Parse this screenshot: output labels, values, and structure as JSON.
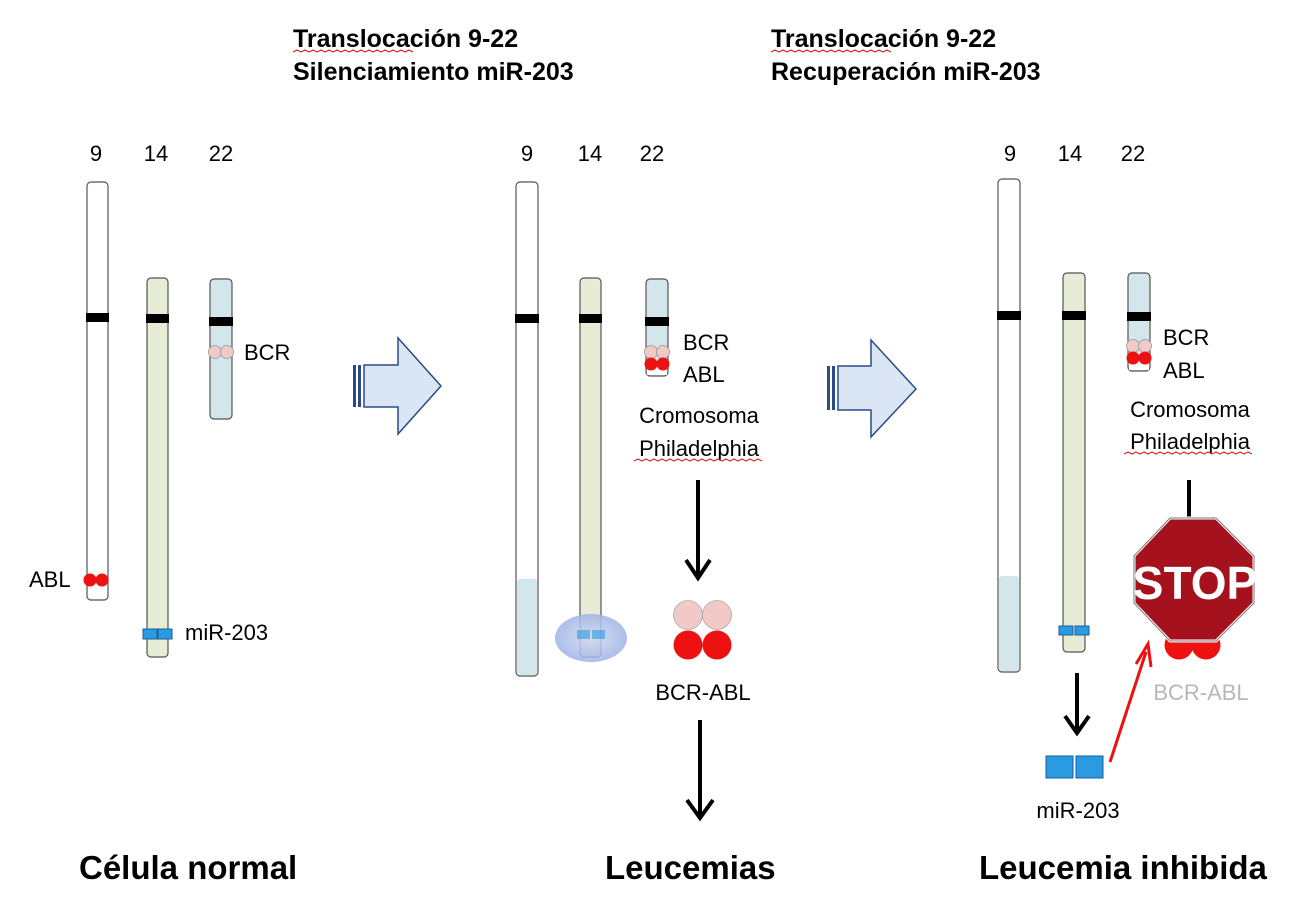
{
  "headers": {
    "middle": {
      "line1": "Translocación 9-22",
      "line2": "Silenciamiento miR-203"
    },
    "right": {
      "line1": "Translocación 9-22",
      "line2": "Recuperación miR-203"
    }
  },
  "chromosome_numbers": [
    "9",
    "14",
    "22"
  ],
  "panels": {
    "left": {
      "caption": "Célula normal",
      "abl_label": "ABL",
      "bcr_label": "BCR",
      "mir_label": "miR-203"
    },
    "middle": {
      "caption": "Leucemias",
      "bcr_label": "BCR",
      "abl_label": "ABL",
      "philadelphia_line1": "Cromosoma",
      "philadelphia_line2": "Philadelphia",
      "fusion_label": "BCR-ABL"
    },
    "right": {
      "caption": "Leucemia inhibida",
      "bcr_label": "BCR",
      "abl_label": "ABL",
      "philadelphia_line1": "Cromosoma",
      "philadelphia_line2": "Philadelphia",
      "fusion_label": "BCR-ABL",
      "mir_label": "miR-203",
      "stop_sign": "STOP"
    }
  },
  "colors": {
    "chr9": "#ffffff",
    "chr14": "#e6ecd6",
    "chr22": "#d3e6ec",
    "centromere": "#000000",
    "bcr_gene": "#f1c9c6",
    "abl_gene": "#ee1111",
    "mir_gene": "#2a9be0",
    "arrow_fill": "#dbe6f4",
    "stop_red": "#a5111c",
    "inhibit_arrow": "#ee1111",
    "faded_text": "#b8b8b8"
  }
}
